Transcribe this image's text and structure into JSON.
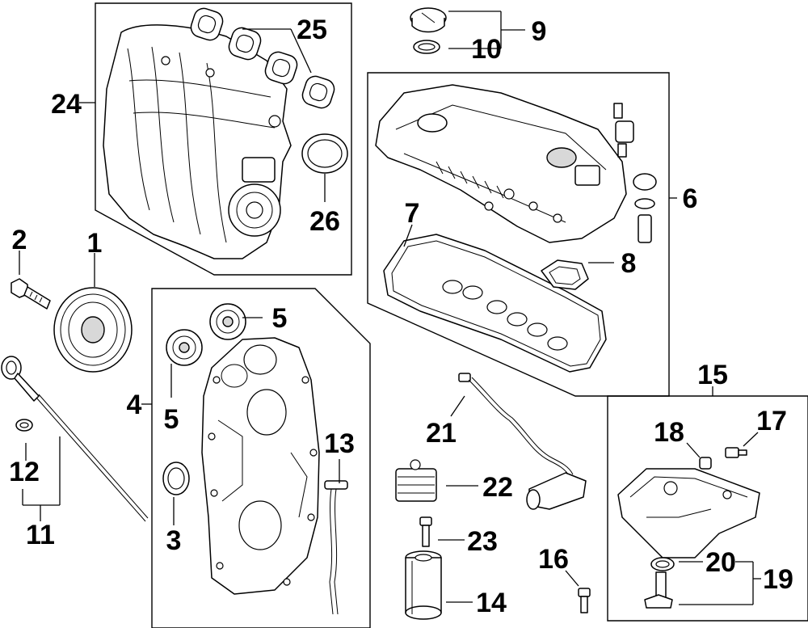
{
  "diagram": {
    "callouts": [
      {
        "id": "c1",
        "text": "1"
      },
      {
        "id": "c2",
        "text": "2"
      },
      {
        "id": "c3",
        "text": "3"
      },
      {
        "id": "c4",
        "text": "4"
      },
      {
        "id": "c5a",
        "text": "5"
      },
      {
        "id": "c5b",
        "text": "5"
      },
      {
        "id": "c6",
        "text": "6"
      },
      {
        "id": "c7",
        "text": "7"
      },
      {
        "id": "c8",
        "text": "8"
      },
      {
        "id": "c9",
        "text": "9"
      },
      {
        "id": "c10",
        "text": "10"
      },
      {
        "id": "c11",
        "text": "11"
      },
      {
        "id": "c12",
        "text": "12"
      },
      {
        "id": "c13",
        "text": "13"
      },
      {
        "id": "c14",
        "text": "14"
      },
      {
        "id": "c15",
        "text": "15"
      },
      {
        "id": "c16",
        "text": "16"
      },
      {
        "id": "c17",
        "text": "17"
      },
      {
        "id": "c18",
        "text": "18"
      },
      {
        "id": "c19",
        "text": "19"
      },
      {
        "id": "c20",
        "text": "20"
      },
      {
        "id": "c21",
        "text": "21"
      },
      {
        "id": "c22",
        "text": "22"
      },
      {
        "id": "c23",
        "text": "23"
      },
      {
        "id": "c24",
        "text": "24"
      },
      {
        "id": "c25",
        "text": "25"
      },
      {
        "id": "c26",
        "text": "26"
      }
    ]
  }
}
